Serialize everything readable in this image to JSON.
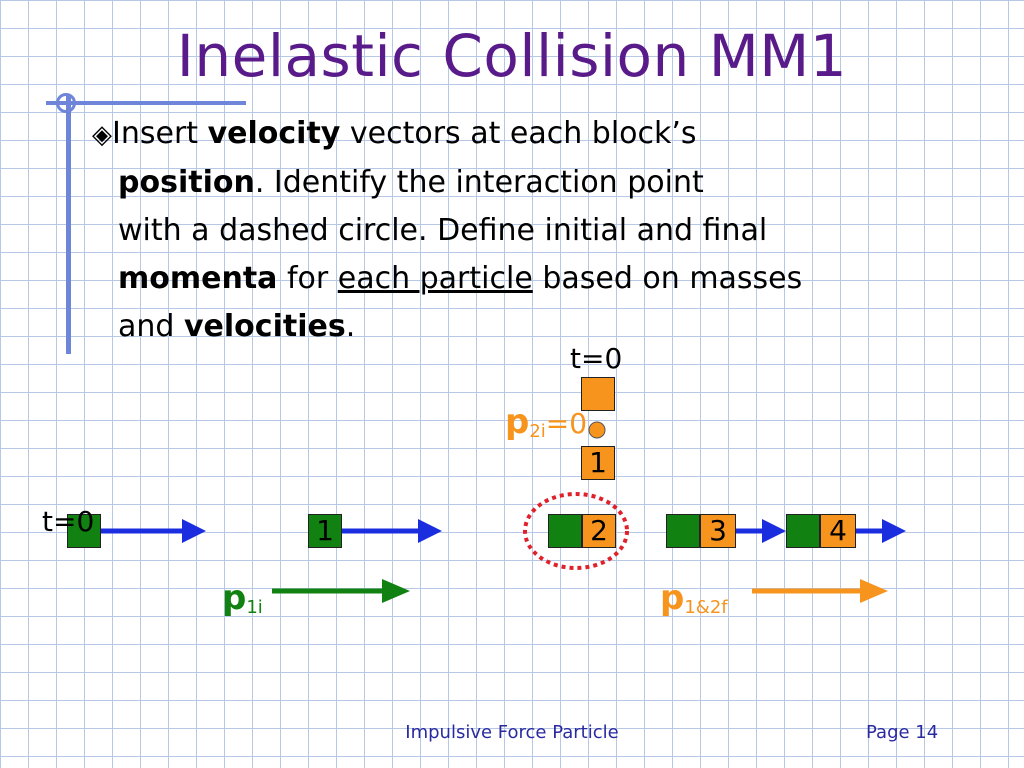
{
  "slide": {
    "title": "Inelastic Collision MM1",
    "bullet": {
      "icon": "diamond-bullet-icon",
      "l1a": "Insert ",
      "l1b": "velocity",
      "l1c": " vectors at each block’s",
      "l2a": "position",
      "l2b": ".  Identify the interaction point",
      "l3": "with a dashed circle. Define initial and final",
      "l4a": "momenta",
      "l4b": " for ",
      "l4c": "each particle",
      "l4d": " based on masses",
      "l5a": "and ",
      "l5b": "velocities",
      "l5c": "."
    }
  },
  "diagram": {
    "t0_top": "t=0",
    "t0_left": "t=0",
    "p2i": {
      "p": "p",
      "sub": "2i",
      "eq": "=0"
    },
    "p1i": {
      "p": "p",
      "sub": "1i"
    },
    "p12f": {
      "p": "p",
      "sub": "1&2f"
    },
    "block_labels": [
      "1",
      "1",
      "2",
      "3",
      "4"
    ],
    "colors": {
      "green": "#118111",
      "orange": "#f7941d",
      "blue_arrow": "#1a2ee0",
      "dashed_circle": "#e0212b",
      "title": "#5a1b8a",
      "accent_line": "#6e85d9"
    }
  },
  "footer": {
    "center": "Impulsive Force Particle",
    "page": "Page 14"
  }
}
